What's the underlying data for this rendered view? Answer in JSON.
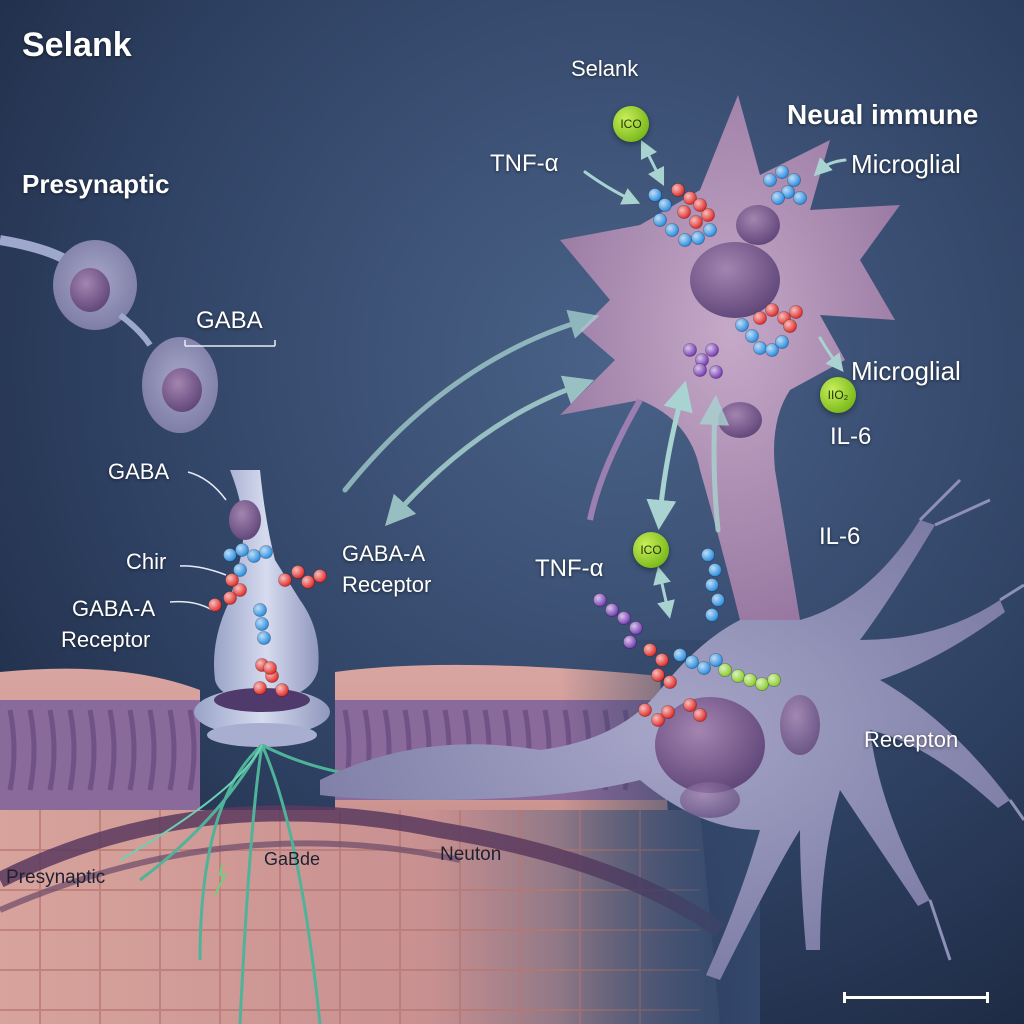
{
  "title": "Selank",
  "labels": {
    "presynaptic_heading": "Presynaptic",
    "selank_top": "Selank",
    "neural_immune": "Neual immune",
    "tnf_top": "TNF-α",
    "microglial_top": "Microglial",
    "microglial_mid": "Microglial",
    "il6_mid": "IL-6",
    "il6_axon": "IL-6",
    "gaba_bracket": "GABA",
    "gaba_cell": "GABA",
    "chir": "Chir",
    "gaba_a_receptor_left_1": "GABA-A",
    "gaba_a_receptor_left_2": "Receptor",
    "gaba_a_receptor_center_1": "GABA-A",
    "gaba_a_receptor_center_2": "Receptor",
    "tnf_lower": "TNF-α",
    "recepton": "Recepton",
    "gabde": "GaBde",
    "neuton": "Neuton",
    "presynaptic_bottom": "Presynaptic"
  },
  "badges": {
    "top": "ICO",
    "mid": "IIO₂",
    "lower": "ICO"
  },
  "colors": {
    "background": "#2c3d5a",
    "neuron_purple": "#9b7fb0",
    "tissue_pink": "#c98c8a",
    "molecule_blue": "#2f8fe0",
    "molecule_red": "#e0302c",
    "molecule_purple": "#7a3fb5",
    "molecule_green": "#8ccf2e",
    "arrow": "#a8d3d0"
  }
}
